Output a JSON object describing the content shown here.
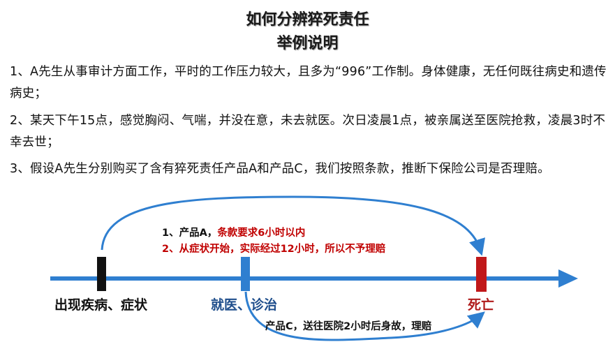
{
  "title": {
    "line1": "如何分辨猝死责任",
    "line2": "举例说明"
  },
  "paragraphs": [
    "1、A先生从事审计方面工作，平时的工作压力较大，且多为“996”工作制。身体健康，无任何既往病史和遗传病史；",
    "2、某天下午15点，感觉胸闷、气喘，并没在意，未去就医。次日凌晨1点，被亲属送至医院抢救，凌晨3时不幸去世；",
    "3、假设A先生分别购买了含有猝死责任产品A和产品C，我们按照条款，推断下保险公司是否理赔。"
  ],
  "timeline": {
    "labels": {
      "onset": "出现疾病、症状",
      "visit": "就医、诊治",
      "death": "死亡"
    },
    "notes": {
      "a1_prefix": "1、产品A，",
      "a1_red": "条款要求6小时以内",
      "a2_red": "2、从症状开始，实际经过12小时，所以不予理赔",
      "c": "产品C，送往医院2小时后身故，理赔"
    },
    "colors": {
      "axis": "#2f7fd0",
      "onset_marker": "#111111",
      "visit_marker": "#2f7fd0",
      "death_marker": "#c0181a",
      "highlight": "#c00000"
    }
  }
}
